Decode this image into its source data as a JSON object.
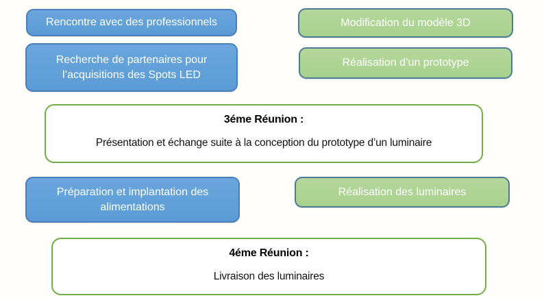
{
  "colors": {
    "blue_fill": "#5b9bd5",
    "blue_border": "#4a7ebb",
    "green_fill": "#a9d18e",
    "green_box_border": "#4d7a97",
    "meeting_border": "#70ad47",
    "text_light": "#ffffff",
    "text_dark": "#151515",
    "canvas_bg": "#fffefa"
  },
  "boxes": {
    "blue1": {
      "label": "Rencontre avec des professionnels"
    },
    "green1": {
      "label": "Modification du modèle 3D"
    },
    "blue2": {
      "label": "Recherche de partenaires pour l’acquisitions des Spots LED"
    },
    "green2": {
      "label": "Réalisation d’un prototype"
    },
    "meeting3": {
      "title": "3éme Réunion :",
      "body": "Présentation et échange suite à la conception du prototype d’un luminaire"
    },
    "blue3": {
      "label": "Préparation et implantation des alimentations"
    },
    "green3": {
      "label": "Réalisation des luminaires"
    },
    "meeting4": {
      "title": "4éme Réunion :",
      "body": "Livraison des luminaires"
    }
  }
}
